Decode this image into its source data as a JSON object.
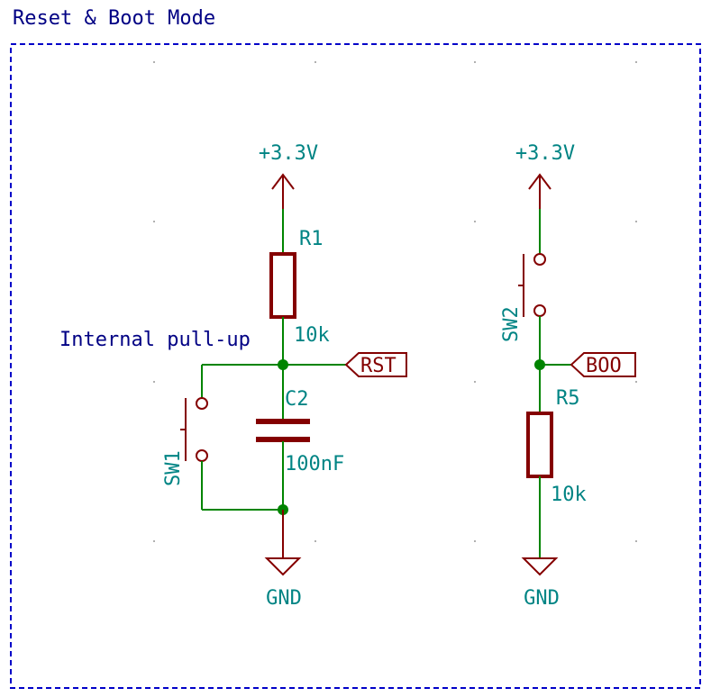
{
  "sheet": {
    "title": "Reset & Boot Mode",
    "note": "Internal pull-up"
  },
  "colors": {
    "wire": "#008400",
    "component": "#840000",
    "label": "#008484",
    "power": "#840000",
    "note": "#000084",
    "junction": "#008400",
    "border": "#0000c8",
    "grid_dot": "#b0b0b0"
  },
  "reset_circuit": {
    "power_top": "+3.3V",
    "resistor": {
      "ref": "R1",
      "value": "10k"
    },
    "capacitor": {
      "ref": "C2",
      "value": "100nF"
    },
    "switch": {
      "ref": "SW1"
    },
    "net_label": "RST",
    "ground": "GND"
  },
  "boot_circuit": {
    "power_top": "+3.3V",
    "switch": {
      "ref": "SW2"
    },
    "net_label": "BOO",
    "resistor": {
      "ref": "R5",
      "value": "10k"
    },
    "ground": "GND"
  }
}
